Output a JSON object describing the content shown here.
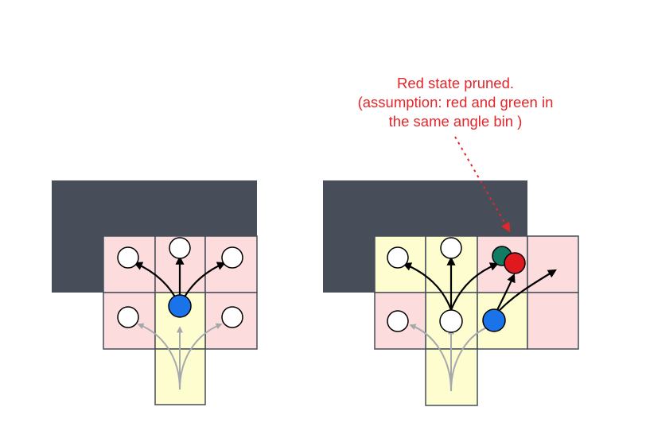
{
  "annotation": {
    "lines": [
      "Red state pruned.",
      "(assumption: red and green in",
      "the same angle bin )"
    ]
  },
  "colors": {
    "obstacle": "#474e59",
    "visited_pink": "#fcdcdc",
    "frontier_yellow": "#fdfdd0",
    "grid_line": "#474e59",
    "current_node": "#1a73e8",
    "pruned_node": "#e0191e",
    "kept_node": "#127b64",
    "expanded_node": "#ffffff",
    "arrow": "#000000",
    "history_arrow": "#a6a9ac",
    "annotation_text": "#e5262a"
  }
}
